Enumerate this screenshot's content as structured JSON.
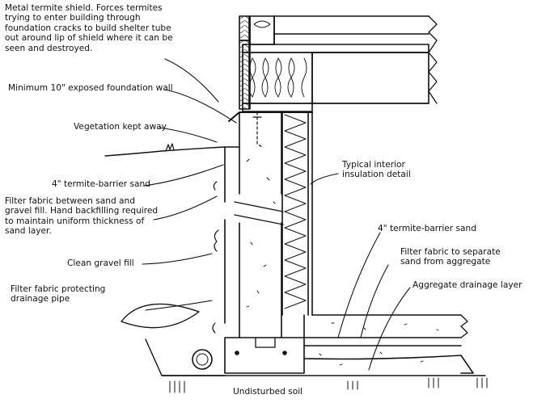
{
  "labels": {
    "termite_shield": "Metal termite shield. Forces termites\ntrying to enter building through\nfoundation cracks to build shelter tube\nout around lip of shield where it can be\nseen and destroyed.",
    "exposed_wall": "Minimum 10\" exposed foundation wall",
    "vegetation": "Vegetation kept away",
    "sand_left": "4\" termite-barrier sand",
    "filter_fabric_left": "Filter fabric between sand and\ngravel fill. Hand backfilling required\nto maintain uniform thickness of\nsand layer.",
    "gravel_fill": "Clean gravel fill",
    "drain_fabric": "Filter fabric protecting\ndrainage  pipe",
    "interior_insulation": "Typical interior\ninsulation detail",
    "sand_right": "4\" termite-barrier sand",
    "filter_fabric_right": "Filter fabric to separate\nsand from aggregate",
    "aggregate_layer": "Aggregate drainage layer",
    "soil": "Undisturbed soil"
  },
  "colors": {
    "ink": "#111111",
    "paper": "#ffffff"
  }
}
